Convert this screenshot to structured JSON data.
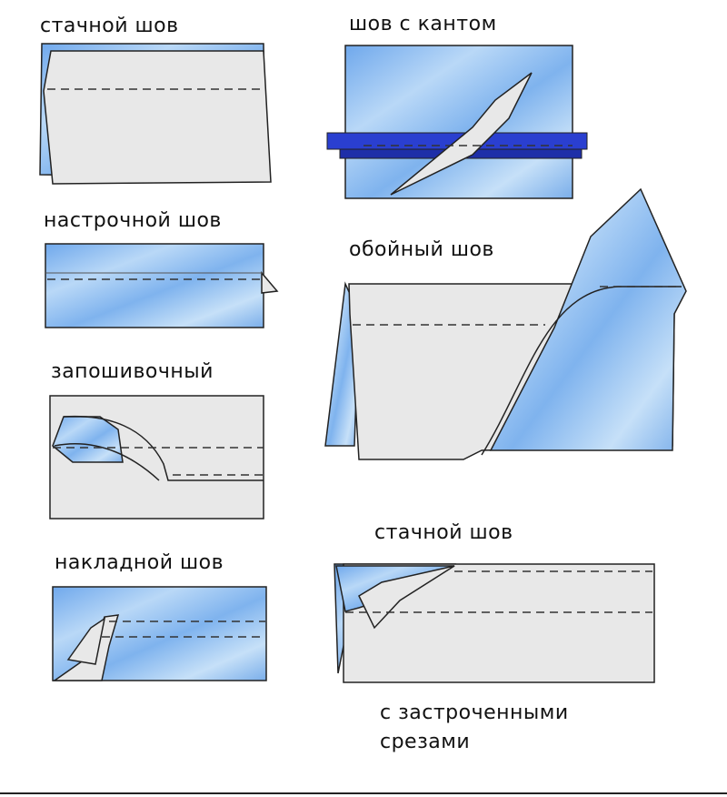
{
  "labels": {
    "butt_seam_top": "стачной шов",
    "piped_seam": "шов с кантом",
    "topstitched_seam": "настрочной шов",
    "upholstery_seam": "обойный шов",
    "flat_felled_seam": "запошивочный",
    "lapped_seam": "накладной шов",
    "butt_seam_bottom": "стачной шов",
    "butt_seam_bottom_caption": "с застроченными срезами"
  },
  "colors": {
    "fabric_blue": "#8fbff0",
    "fabric_gray": "#e8e8e8",
    "piping": "#2a3fd0"
  }
}
